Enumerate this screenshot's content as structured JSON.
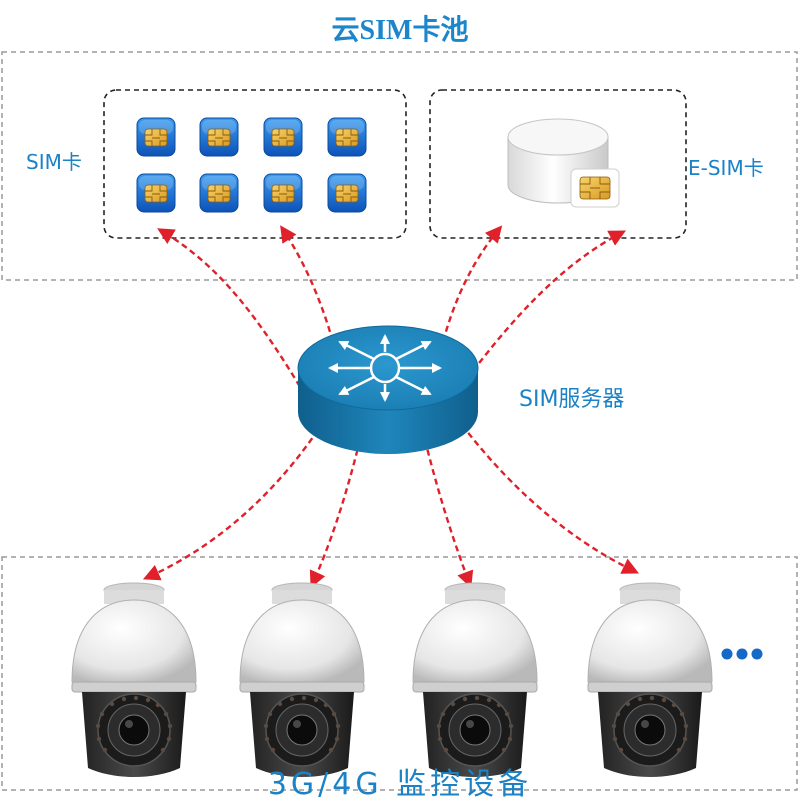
{
  "title": "云SIM卡池",
  "pool": {
    "sim_label": "SIM卡",
    "esim_label": "E-SIM卡",
    "sim_card_count": 8,
    "sim_icon": "sim-card-icon",
    "esim_icon": "esim-module-icon"
  },
  "server": {
    "label": "SIM服务器",
    "icon": "router-icon"
  },
  "devices": {
    "label": "3G/4G 监控设备",
    "camera_icon": "dome-camera-icon",
    "camera_count": 4,
    "more_icon": "ellipsis-icon"
  },
  "colors": {
    "label_blue": "#1b82c6",
    "card_blue": "#1569c8",
    "chip_gold": "#e9b23a",
    "router_blue": "#1d7fb3",
    "link_red": "#e0202a",
    "border_gray": "#9a9a9a"
  }
}
